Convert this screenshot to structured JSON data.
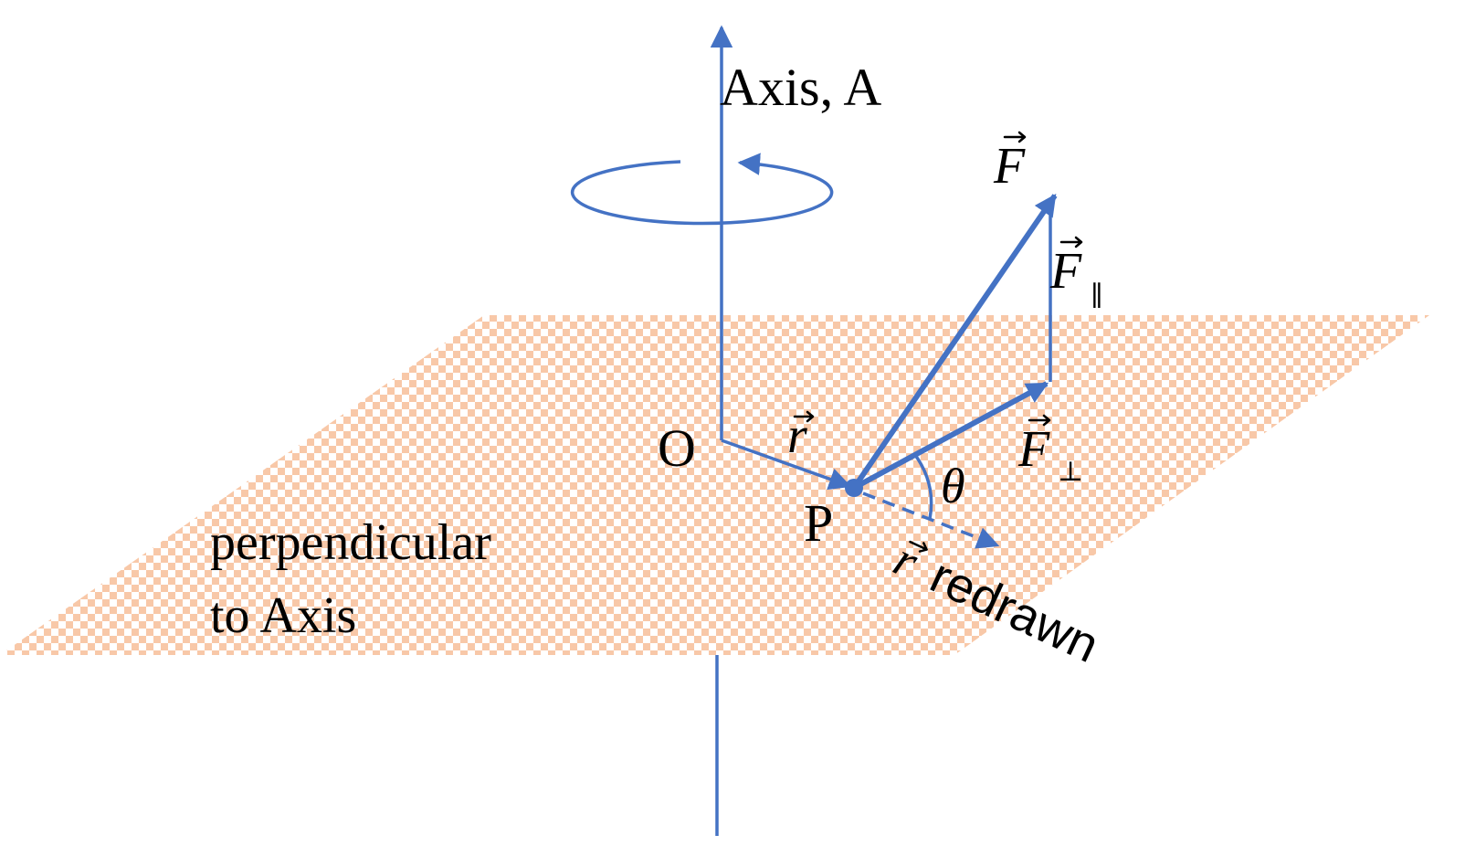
{
  "colors": {
    "vector": "#4472c4",
    "plane": "#f8c8a8"
  },
  "labels": {
    "axis": "Axis, A",
    "origin": "O",
    "point": "P",
    "r": "r",
    "force": "F",
    "f_parallel_sub": "∥",
    "f_perp_sub": "⊥",
    "theta": "θ",
    "r_redrawn": "redrawn",
    "plane_line1": "perpendicular",
    "plane_line2": "to Axis"
  }
}
